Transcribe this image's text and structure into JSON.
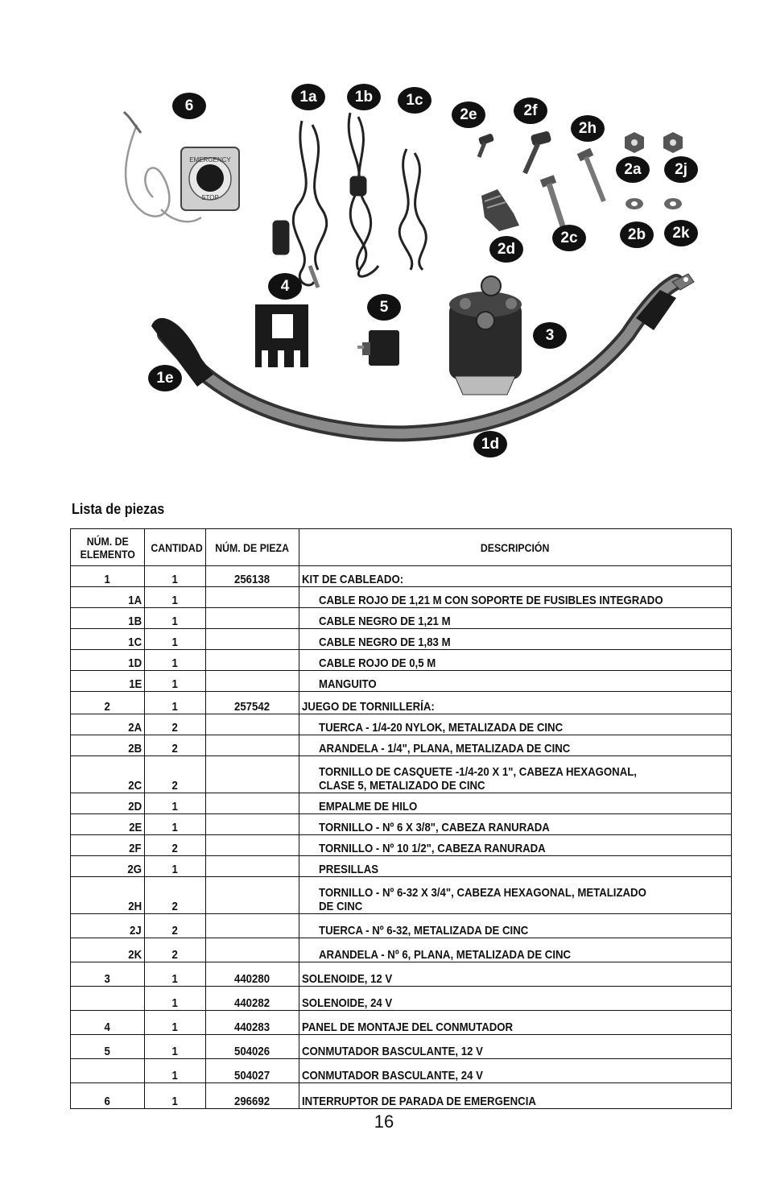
{
  "callouts": {
    "c6": "6",
    "c1a": "1a",
    "c1b": "1b",
    "c1c": "1c",
    "c2e": "2e",
    "c2f": "2f",
    "c2h": "2h",
    "c2a": "2a",
    "c2j": "2j",
    "c2d": "2d",
    "c2c": "2c",
    "c2b": "2b",
    "c2k": "2k",
    "c4": "4",
    "c5": "5",
    "c3": "3",
    "c1e": "1e",
    "c1d": "1d"
  },
  "stop_switch_text": {
    "top": "EMERGENCY",
    "bottom": "STOP"
  },
  "list_title": "Lista de piezas",
  "table": {
    "headers": {
      "item_line1": "NÚM. DE",
      "item_line2": "ELEMENTO",
      "qty": "CANTIDAD",
      "part": "NÚM. DE PIEZA",
      "desc": "DESCRIPCIÓN"
    },
    "rows": [
      {
        "item": "1",
        "qty": "1",
        "part": "256138",
        "desc": "KIT DE CABLEADO:"
      },
      {
        "item": "1A",
        "qty": "1",
        "part": "",
        "desc": "CABLE ROJO DE 1,21 M CON SOPORTE DE FUSIBLES INTEGRADO"
      },
      {
        "item": "1B",
        "qty": "1",
        "part": "",
        "desc": "CABLE NEGRO DE 1,21 M"
      },
      {
        "item": "1C",
        "qty": "1",
        "part": "",
        "desc": "CABLE NEGRO DE 1,83 M"
      },
      {
        "item": "1D",
        "qty": "1",
        "part": "",
        "desc": "CABLE ROJO DE 0,5 M"
      },
      {
        "item": "1E",
        "qty": "1",
        "part": "",
        "desc": "MANGUITO"
      },
      {
        "item": "2",
        "qty": "1",
        "part": "257542",
        "desc": "JUEGO DE TORNILLERÍA:"
      },
      {
        "item": "2A",
        "qty": "2",
        "part": "",
        "desc": "TUERCA - 1/4-20 NYLOK, METALIZADA DE CINC"
      },
      {
        "item": "2B",
        "qty": "2",
        "part": "",
        "desc": "ARANDELA - 1/4\", PLANA, METALIZADA DE CINC"
      },
      {
        "item": "2C",
        "qty": "2",
        "part": "",
        "desc_line1": "TORNILLO DE CASQUETE -1/4-20 X 1\", CABEZA HEXAGONAL,",
        "desc_line2": "CLASE 5, METALIZADO DE CINC"
      },
      {
        "item": "2D",
        "qty": "1",
        "part": "",
        "desc": "EMPALME DE HILO"
      },
      {
        "item": "2E",
        "qty": "1",
        "part": "",
        "desc": "TORNILLO - Nº 6 X 3/8\", CABEZA RANURADA"
      },
      {
        "item": "2F",
        "qty": "2",
        "part": "",
        "desc": "TORNILLO - Nº 10 1/2\", CABEZA RANURADA"
      },
      {
        "item": "2G",
        "qty": "1",
        "part": "",
        "desc": "PRESILLAS"
      },
      {
        "item": "2H",
        "qty": "2",
        "part": "",
        "desc_line1": "TORNILLO - Nº 6-32 X 3/4\", CABEZA HEXAGONAL, METALIZADO",
        "desc_line2": "DE CINC"
      },
      {
        "item": "2J",
        "qty": "2",
        "part": "",
        "desc": "TUERCA - Nº 6-32, METALIZADA DE CINC"
      },
      {
        "item": "2K",
        "qty": "2",
        "part": "",
        "desc": "ARANDELA - Nº 6, PLANA, METALIZADA DE CINC"
      },
      {
        "item": "3",
        "qty": "1",
        "part": "440280",
        "desc": "SOLENOIDE, 12 V"
      },
      {
        "item": "",
        "qty": "1",
        "part": "440282",
        "desc": "SOLENOIDE, 24 V"
      },
      {
        "item": "4",
        "qty": "1",
        "part": "440283",
        "desc": "PANEL DE MONTAJE DEL CONMUTADOR"
      },
      {
        "item": "5",
        "qty": "1",
        "part": "504026",
        "desc": "CONMUTADOR BASCULANTE, 12 V"
      },
      {
        "item": "",
        "qty": "1",
        "part": "504027",
        "desc": "CONMUTADOR BASCULANTE, 24 V"
      },
      {
        "item": "6",
        "qty": "1",
        "part": "296692",
        "desc": "INTERRUPTOR DE PARADA DE EMERGENCIA"
      }
    ]
  },
  "page_number": "16"
}
